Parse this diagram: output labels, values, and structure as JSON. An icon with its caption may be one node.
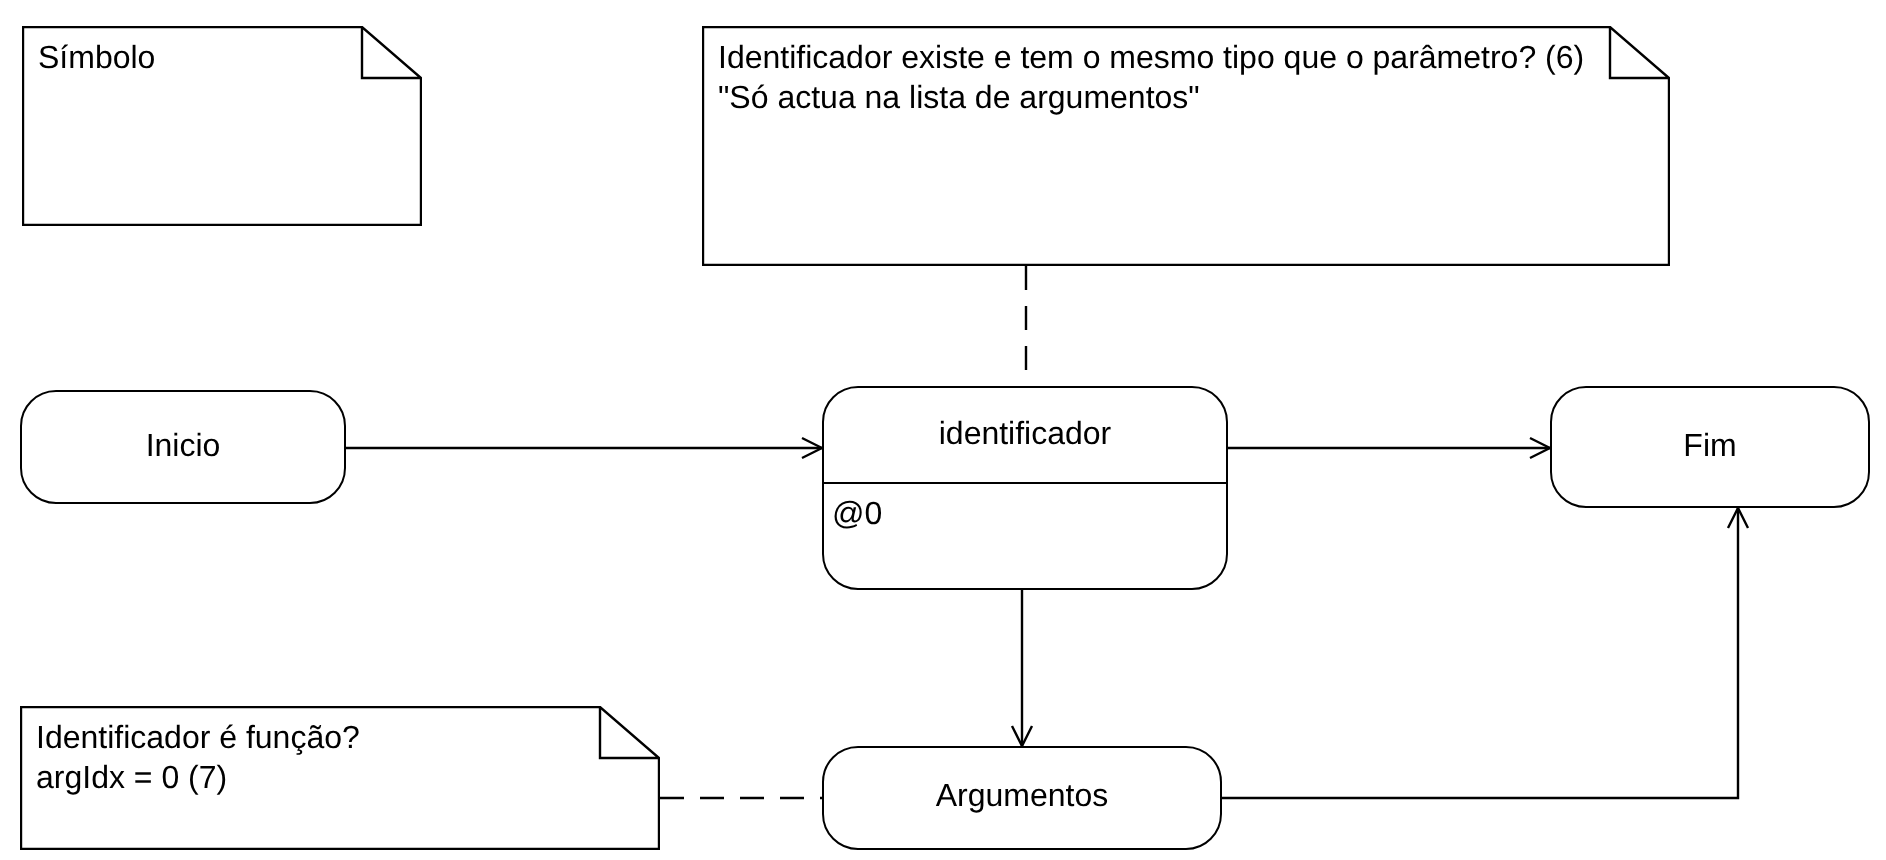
{
  "diagram": {
    "nodes": [
      {
        "text": [
          "Símbolo"
        ]
      },
      {
        "text": [
          "Identificador existe e tem o mesmo tipo que o parâmetro? (6)",
          "\"Só actua na lista de argumentos\""
        ]
      },
      {
        "text": [
          "Inicio"
        ]
      },
      {
        "text": [
          "identificador",
          "@0"
        ]
      },
      {
        "text": [
          "Fim"
        ]
      },
      {
        "text": [
          "Identificador é função?",
          "argIdx = 0 (7)"
        ]
      },
      {
        "text": [
          "Argumentos"
        ]
      }
    ],
    "edges": [
      {
        "from": 2,
        "to": 3,
        "arrow": "to"
      },
      {
        "from": 3,
        "to": 4,
        "arrow": "to"
      },
      {
        "from": 1,
        "to": 3,
        "arrow": "none",
        "style": "dashed"
      },
      {
        "from": 3,
        "to": 6,
        "arrow": "to"
      },
      {
        "from": 6,
        "to": 4,
        "arrow": "to"
      },
      {
        "from": 5,
        "to": 6,
        "arrow": "none",
        "style": "dashed"
      }
    ]
  }
}
